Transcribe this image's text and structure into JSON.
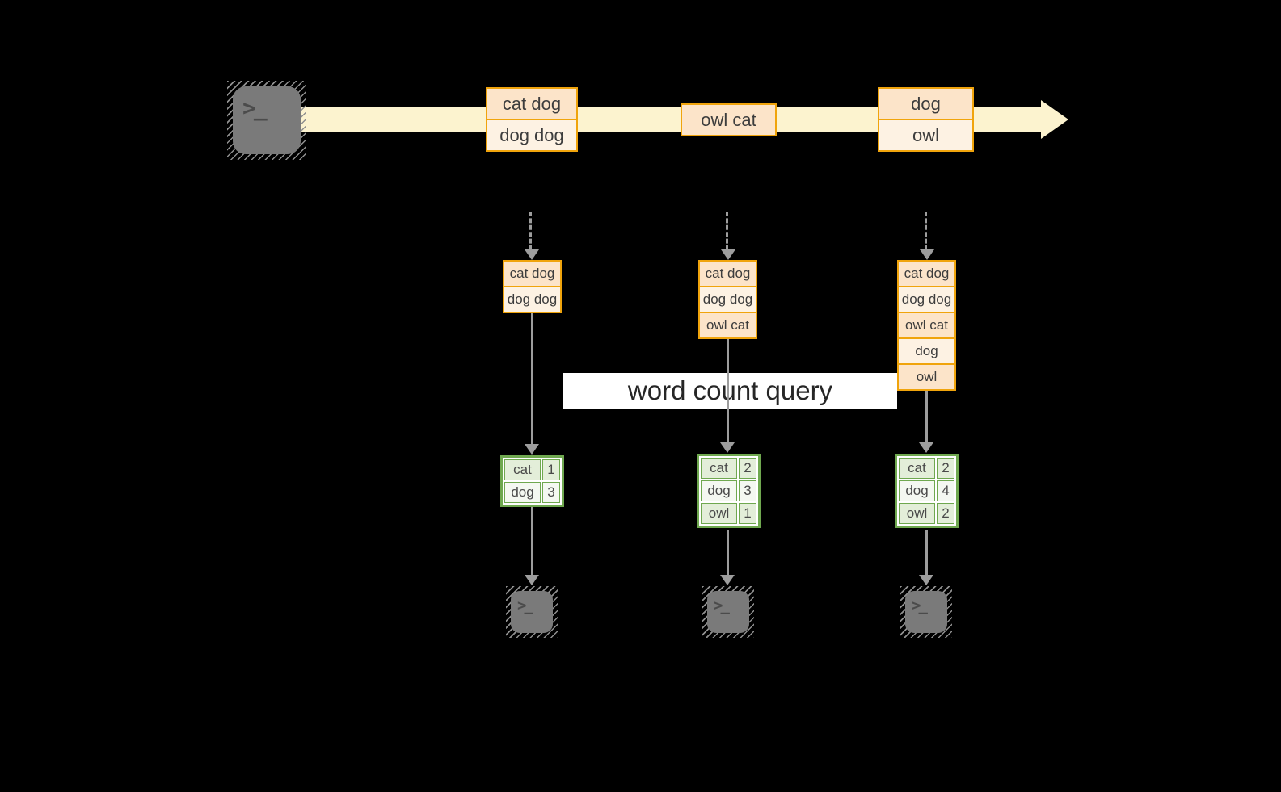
{
  "query_label": "word count query",
  "stream": {
    "events": [
      {
        "lines": [
          "cat dog",
          "dog dog"
        ]
      },
      {
        "lines": [
          "owl cat"
        ]
      },
      {
        "lines": [
          "dog",
          "owl"
        ]
      }
    ]
  },
  "pipelines": [
    {
      "buffer": [
        "cat dog",
        "dog dog"
      ],
      "counts": [
        {
          "word": "cat",
          "count": "1"
        },
        {
          "word": "dog",
          "count": "3"
        }
      ]
    },
    {
      "buffer": [
        "cat dog",
        "dog dog",
        "owl cat"
      ],
      "counts": [
        {
          "word": "cat",
          "count": "2"
        },
        {
          "word": "dog",
          "count": "3"
        },
        {
          "word": "owl",
          "count": "1"
        }
      ]
    },
    {
      "buffer": [
        "cat dog",
        "dog dog",
        "owl cat",
        "dog",
        "owl"
      ],
      "counts": [
        {
          "word": "cat",
          "count": "2"
        },
        {
          "word": "dog",
          "count": "4"
        },
        {
          "word": "owl",
          "count": "2"
        }
      ]
    }
  ],
  "icons": {
    "source": "terminal-icon",
    "sinks": [
      "terminal-icon",
      "terminal-icon",
      "terminal-icon"
    ],
    "prompt_glyph": ">_"
  },
  "colors": {
    "background": "#000000",
    "stream_band": "#fcf3cf",
    "event_border": "#f0a40c",
    "event_fill_dark": "#fce4c9",
    "event_fill_light": "#fdf2e3",
    "table_border": "#6fa84f",
    "table_fill": "#e3eed9",
    "table_fill_alt": "#f4f8f1",
    "arrow_gray": "#9d9d9d",
    "terminal_gray": "#7a7a7a"
  }
}
